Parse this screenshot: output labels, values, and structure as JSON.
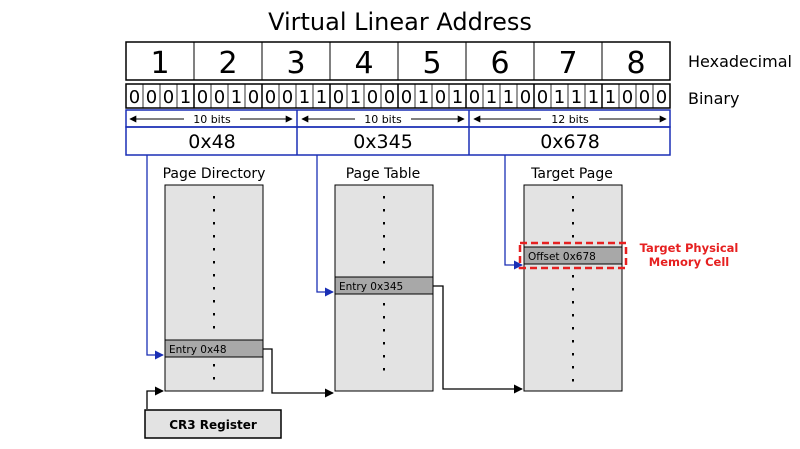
{
  "title": "Virtual Linear Address",
  "hex_digits": [
    "1",
    "2",
    "3",
    "4",
    "5",
    "6",
    "7",
    "8"
  ],
  "hex_label": "Hexadecimal",
  "binary_label": "Binary",
  "binary_bits": "00010010001101000101011001111000",
  "fields": [
    {
      "bits_label": "10 bits",
      "value": "0x48"
    },
    {
      "bits_label": "10 bits",
      "value": "0x345"
    },
    {
      "bits_label": "12 bits",
      "value": "0x678"
    }
  ],
  "page_directory": {
    "title": "Page Directory",
    "entry": "Entry 0x48"
  },
  "page_table": {
    "title": "Page Table",
    "entry": "Entry 0x345"
  },
  "target_page": {
    "title": "Target Page",
    "entry": "Offset 0x678"
  },
  "target_label": [
    "Target Physical",
    "Memory Cell"
  ],
  "cr3": "CR3 Register",
  "colors": {
    "accent": "#1a2fb5",
    "highlight": "#e62020",
    "box_fill": "#e3e3e3",
    "entry_fill": "#a8a8a8"
  }
}
